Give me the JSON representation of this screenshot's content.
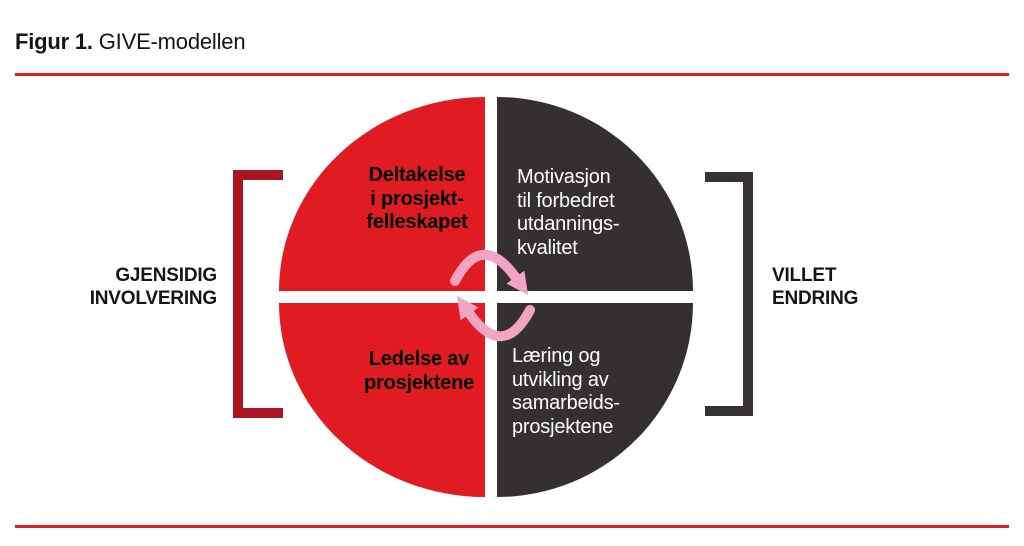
{
  "figure": {
    "number": "Figur 1.",
    "name": " GIVE-modellen"
  },
  "labels": {
    "left": [
      "GJENSIDIG",
      "INVOLVERING"
    ],
    "right": [
      "VILLET",
      "ENDRING"
    ]
  },
  "quadrants": {
    "top_left": [
      "Deltakelse",
      "i prosjekt-",
      "felleskapet"
    ],
    "top_right": [
      "Motivasjon",
      "til forbedret",
      "utdannings-",
      "kvalitet"
    ],
    "bottom_left": [
      "Ledelse av",
      "prosjektene"
    ],
    "bottom_right": [
      "Læring og",
      "utvikling av",
      "samarbeids-",
      "prosjektene"
    ]
  },
  "icons": {
    "cycle_arrows": "rotation-cycle-arrows"
  },
  "colors": {
    "quadrant_red": "#e01b22",
    "quadrant_dark": "#343031",
    "bracket_red": "#a91523",
    "bracket_dark": "#363233",
    "arrow_pink": "#f2a5c2",
    "rule_red": "#e3211c",
    "text_on_red": "#000000",
    "text_on_dark": "#ffffff"
  }
}
